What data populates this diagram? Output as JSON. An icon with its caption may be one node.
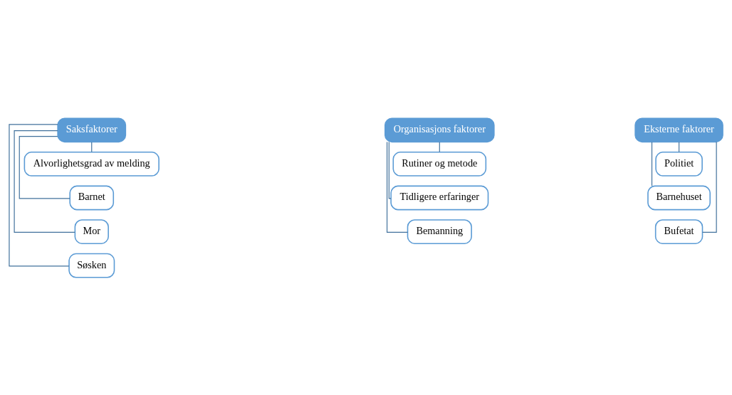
{
  "diagram": {
    "nodes": [
      {
        "text": [
          "Saksfaktorer"
        ]
      },
      {
        "text": [
          "Alvorlighetsgrad av melding"
        ]
      },
      {
        "text": [
          "Barnet"
        ]
      },
      {
        "text": [
          "Mor"
        ]
      },
      {
        "text": [
          "Søsken"
        ]
      },
      {
        "text": [
          "Organisasjons faktorer"
        ]
      },
      {
        "text": [
          "Rutiner og metode"
        ]
      },
      {
        "text": [
          "Tidligere erfaringer"
        ]
      },
      {
        "text": [
          "Bemanning"
        ]
      },
      {
        "text": [
          "Eksterne faktorer"
        ]
      },
      {
        "text": [
          "Politiet"
        ]
      },
      {
        "text": [
          "Barnehuset"
        ]
      },
      {
        "text": [
          "Bufetat"
        ]
      }
    ],
    "edges": [
      {
        "from": 0,
        "to": 1,
        "arrow": "none"
      },
      {
        "from": 0,
        "to": 2,
        "arrow": "none"
      },
      {
        "from": 0,
        "to": 3,
        "arrow": "none"
      },
      {
        "from": 0,
        "to": 4,
        "arrow": "none"
      },
      {
        "from": 5,
        "to": 6,
        "arrow": "none"
      },
      {
        "from": 5,
        "to": 7,
        "arrow": "none"
      },
      {
        "from": 5,
        "to": 8,
        "arrow": "none"
      },
      {
        "from": 9,
        "to": 10,
        "arrow": "none"
      },
      {
        "from": 9,
        "to": 11,
        "arrow": "none"
      },
      {
        "from": 9,
        "to": 12,
        "arrow": "none"
      }
    ]
  }
}
